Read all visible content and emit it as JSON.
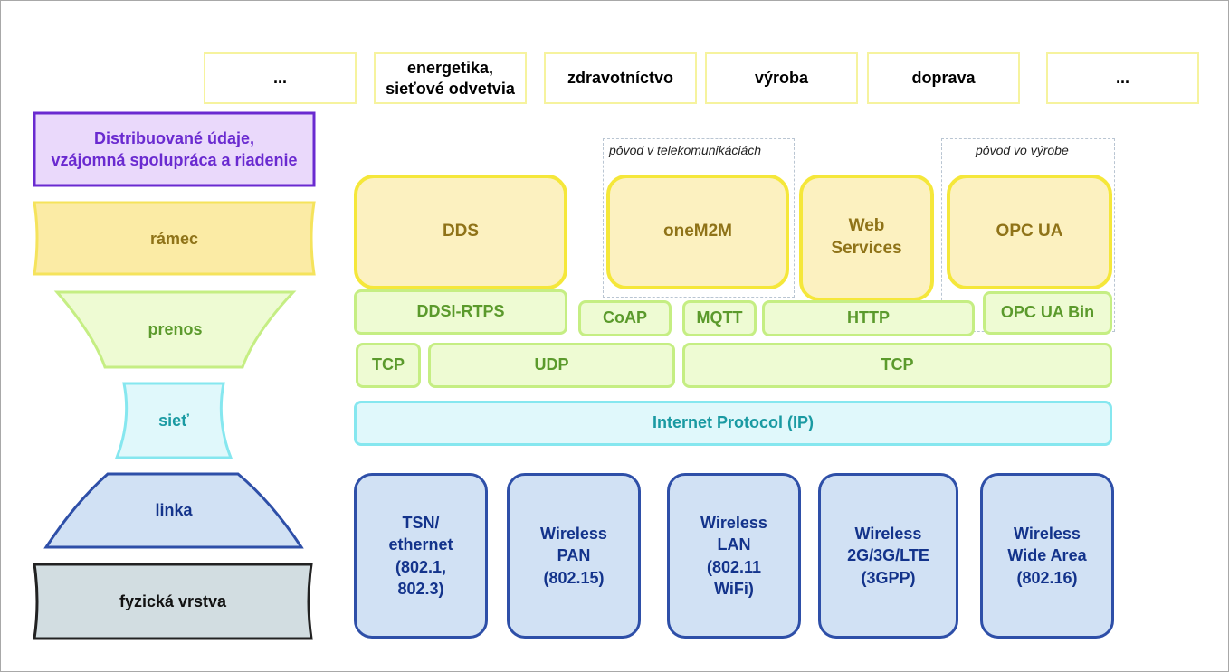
{
  "domains": [
    "...",
    "energetika,\nsieťové odvetvia",
    "zdravotníctvo",
    "výroba",
    "doprava",
    "..."
  ],
  "layers": {
    "distributed": "Distribuované údaje,\nvzájomná spolupráca a riadenie",
    "framework": "rámec",
    "transport": "prenos",
    "network": "sieť",
    "link": "linka",
    "physical": "fyzická vrstva"
  },
  "origins": {
    "telecom": "pôvod v telekomunikáciách",
    "manufacturing": "pôvod vo výrobe"
  },
  "middleware": {
    "dds": "DDS",
    "onem2m": "oneM2M",
    "web_services": "Web\nServices",
    "opc_ua": "OPC UA"
  },
  "protocols": {
    "ddsi_rtps": "DDSI-RTPS",
    "coap": "CoAP",
    "mqtt": "MQTT",
    "http": "HTTP",
    "opc_ua_bin": "OPC UA Bin"
  },
  "transport": {
    "tcp_left": "TCP",
    "udp": "UDP",
    "tcp_right": "TCP"
  },
  "ip": "Internet Protocol (IP)",
  "physical_techs": [
    "TSN/\nethernet\n(802.1,\n802.3)",
    "Wireless\nPAN\n(802.15)",
    "Wireless\nLAN\n(802.11\nWiFi)",
    "Wireless\n2G/3G/LTE\n(3GPP)",
    "Wireless\nWide Area\n(802.16)"
  ],
  "colors": {
    "distributed_border": "#6a2ad0",
    "framework_fill": "#fbeba5",
    "transport_fill": "#eefbd3",
    "network_fill": "#e0f8fb",
    "link_fill": "#d1e1f4",
    "physical_fill": "#d2dde1"
  }
}
